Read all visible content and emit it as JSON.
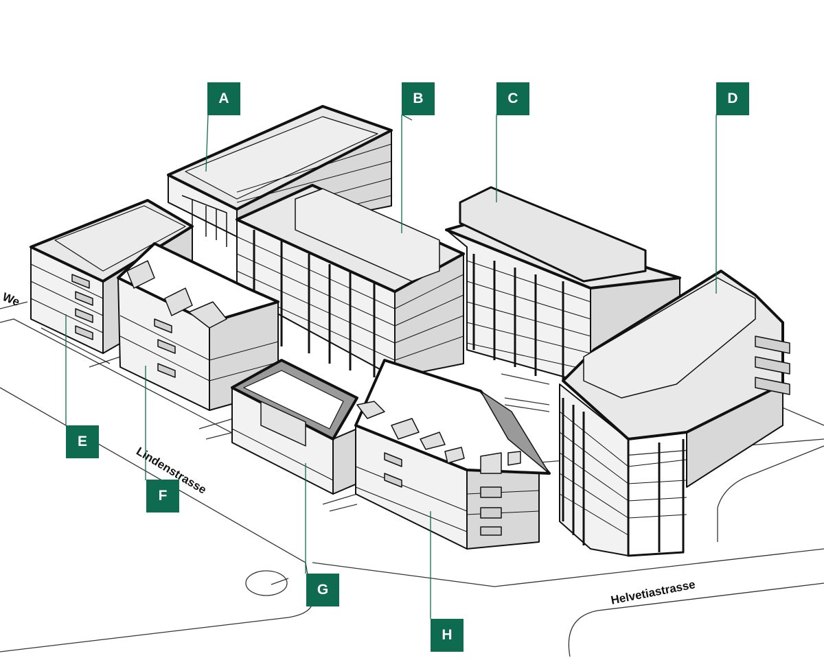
{
  "colors": {
    "accent": "#0f6b50",
    "outline": "#111111",
    "roof": "#e8e8e8",
    "wall": "#f2f2f2",
    "shade": "#cfcfcf",
    "dark": "#9a9a9a",
    "street_line": "#333333"
  },
  "streets": {
    "lindenstrasse": "Lindenstrasse",
    "helvetiastrasse": "Helvetiastrasse",
    "partial_left": "We"
  },
  "buildings": [
    {
      "id": "A"
    },
    {
      "id": "B"
    },
    {
      "id": "C"
    },
    {
      "id": "D"
    },
    {
      "id": "E"
    },
    {
      "id": "F"
    },
    {
      "id": "G"
    },
    {
      "id": "H"
    }
  ]
}
